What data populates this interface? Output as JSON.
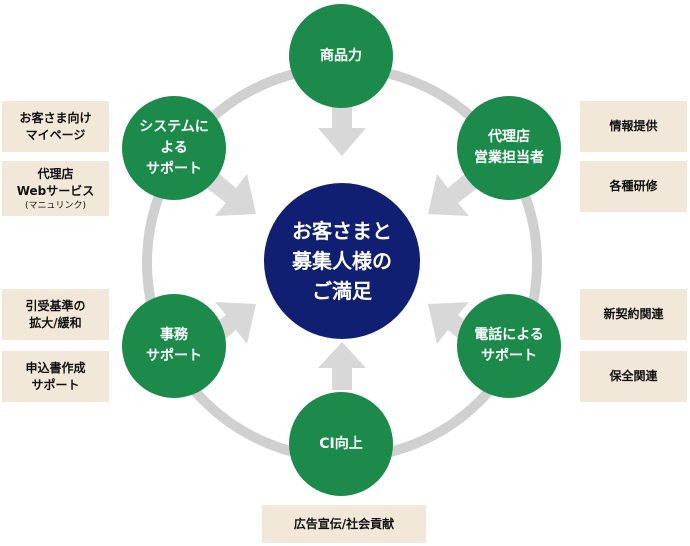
{
  "center": {
    "label": "お客さまと\n募集人様の\nご満足"
  },
  "nodes": {
    "shohin": "商品力",
    "dairiten": "代理店\n営業担当者",
    "denwa": "電話による\nサポート",
    "ci": "CI向上",
    "jimu": "事務\nサポート",
    "system": "システムに\nよる\nサポート"
  },
  "boxes": {
    "okyaku_mypage": "お客さま向け\nマイページ",
    "dairiten_web": "代理店\nWebサービス",
    "dairiten_web_sub": "(マニュリンク)",
    "hikiuke": "引受基準の\n拡大/緩和",
    "moushikomi": "申込書作成\nサポート",
    "joho": "情報提供",
    "kenshu": "各種研修",
    "shinkeiyaku": "新契約関連",
    "hozen": "保全関連",
    "kokoku": "広告宣伝/社会貢献"
  },
  "colors": {
    "node_green": "#1b8a4a",
    "center_navy": "#101f72",
    "box_beige": "#f2e8da",
    "ring_gray": "#d0d0d0",
    "arrow_gray": "#d8d8d8"
  }
}
